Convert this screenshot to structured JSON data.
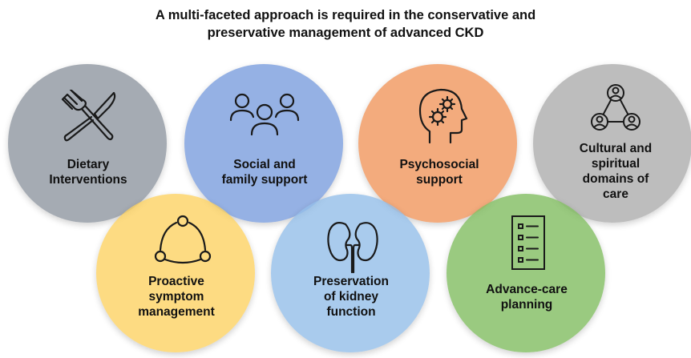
{
  "title": {
    "line1": "A multi-faceted approach is required in the conservative and",
    "line2": "preservative management of advanced CKD"
  },
  "nodes": [
    {
      "lines": [
        "Dietary",
        "Interventions"
      ],
      "color": "#9aa2aa",
      "icon": "fork-knife-icon"
    },
    {
      "lines": [
        "Social and",
        "family support"
      ],
      "color": "#8eacdf",
      "icon": "people-group-icon"
    },
    {
      "lines": [
        "Psychosocial",
        "support"
      ],
      "color": "#f2a46f",
      "icon": "head-gears-icon"
    },
    {
      "lines": [
        "Cultural and",
        "spiritual",
        "domains of",
        "care"
      ],
      "color": "#b7b7b7",
      "icon": "people-network-icon"
    },
    {
      "lines": [
        "Proactive",
        "symptom",
        "management"
      ],
      "color": "#fdd46b",
      "icon": "cycle-nodes-icon"
    },
    {
      "lines": [
        "Preservation",
        "of kidney",
        "function"
      ],
      "color": "#a1c4e8",
      "icon": "kidneys-icon"
    },
    {
      "lines": [
        "Advance-care",
        "planning"
      ],
      "color": "#8fc56e",
      "icon": "checklist-icon"
    }
  ]
}
